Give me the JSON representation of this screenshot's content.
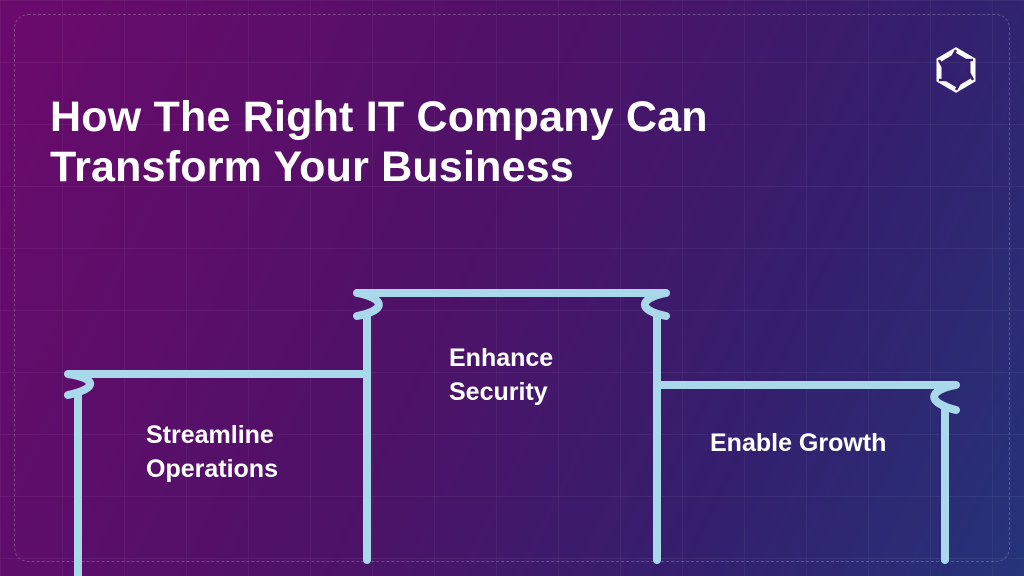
{
  "title_line1": "How The Right IT Company Can",
  "title_line2": "Transform Your Business",
  "steps": [
    {
      "line1": "Streamline",
      "line2": "Operations"
    },
    {
      "line1": "Enhance",
      "line2": "Security"
    },
    {
      "line1": "Enable Growth"
    }
  ],
  "colors": {
    "line": "#a8d8ea",
    "bg_start": "#6b0a6c",
    "bg_end": "#263479"
  },
  "logo_icon": "hexagon-aperture-logo"
}
